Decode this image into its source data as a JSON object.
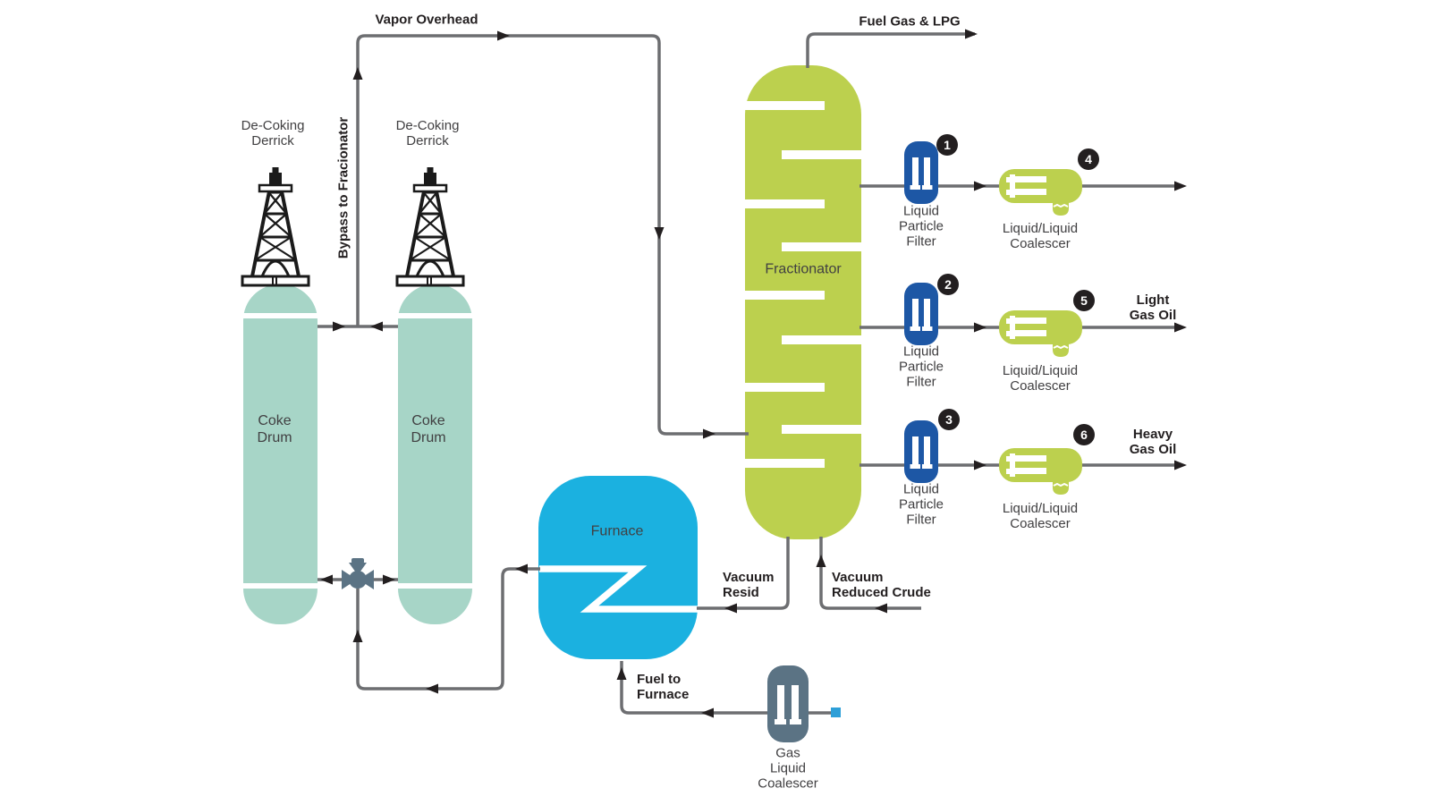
{
  "colors": {
    "vessel-green": "#bcd04e",
    "drum-teal": "#a7d5c7",
    "furnace-blue": "#1bb1e0",
    "filter-blue": "#1d57a5",
    "slate-gray": "#5b7384",
    "pipe-gray": "#6d6e71",
    "arrow-black": "#231f20",
    "text-dark": "#414042",
    "marker-blue": "#2d9fd8"
  },
  "streams": {
    "vapor_overhead": "Vapor Overhead",
    "fuel_gas_lpg": "Fuel Gas & LPG",
    "bypass_to_fracionator": "Bypass to Fracionator",
    "vacuum_resid": "Vacuum\nResid",
    "vacuum_reduced_crude": "Vacuum\nReduced Crude",
    "fuel_to_furnace": "Fuel to\nFurnace",
    "light_gas_oil": "Light\nGas Oil",
    "heavy_gas_oil": "Heavy\nGas Oil"
  },
  "equipment": {
    "derrick_left": {
      "label": "De-Coking\nDerrick"
    },
    "derrick_right": {
      "label": "De-Coking\nDerrick"
    },
    "coke_drum_left": {
      "label": "Coke\nDrum"
    },
    "coke_drum_right": {
      "label": "Coke\nDrum"
    },
    "fractionator": {
      "label": "Fractionator"
    },
    "furnace": {
      "label": "Furnace"
    },
    "filters": [
      {
        "number": "1",
        "label": "Liquid\nParticle\nFilter"
      },
      {
        "number": "2",
        "label": "Liquid\nParticle\nFilter"
      },
      {
        "number": "3",
        "label": "Liquid\nParticle\nFilter"
      }
    ],
    "coalescers": [
      {
        "number": "4",
        "label": "Liquid/Liquid\nCoalescer"
      },
      {
        "number": "5",
        "label": "Liquid/Liquid\nCoalescer"
      },
      {
        "number": "6",
        "label": "Liquid/Liquid\nCoalescer"
      }
    ],
    "gas_liquid_coalescer": {
      "label": "Gas\nLiquid\nCoalescer"
    }
  },
  "icons": {
    "derrick": "derrick-icon",
    "valve": "three-way-valve-icon",
    "particle_filter": "filter-vessel-icon",
    "coalescer": "coalescer-vessel-icon",
    "flow_arrow": "flow-arrow-icon"
  }
}
